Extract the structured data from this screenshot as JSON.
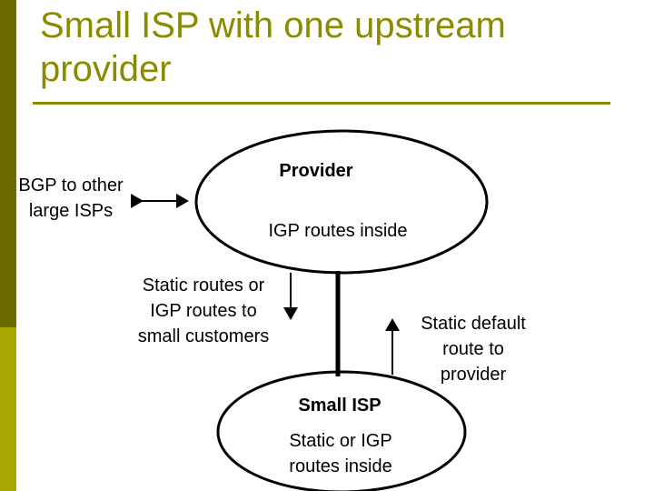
{
  "slide": {
    "title": "Small ISP with one upstream provider"
  },
  "diagram": {
    "provider_title": "Provider",
    "provider_sub": "IGP routes inside",
    "bgp_label": "BGP to other\nlarge ISPs",
    "static_customers_label": "Static routes or\nIGP routes  to\nsmall customers",
    "static_default_label": "Static default\nroute to\nprovider",
    "small_isp_title": "Small ISP",
    "small_isp_sub": "Static or IGP\nroutes inside"
  },
  "colors": {
    "sidebar_dark": "#6b6b00",
    "sidebar_light": "#a8a800",
    "title_text": "#8b8b00"
  }
}
